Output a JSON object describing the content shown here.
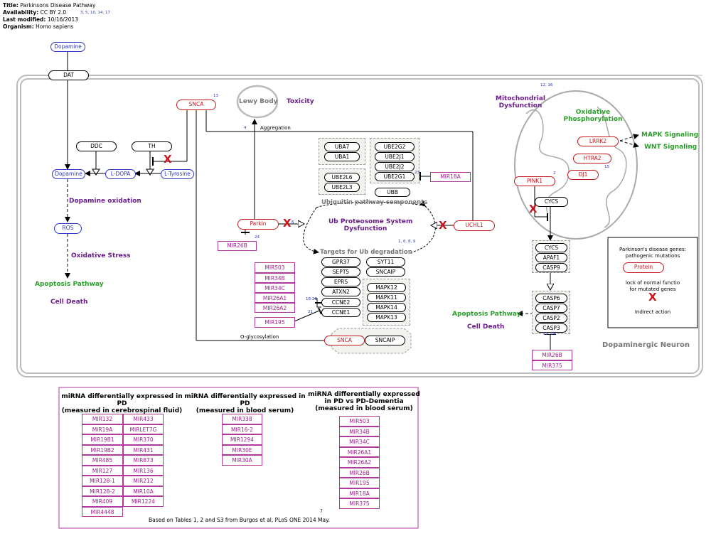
{
  "meta": {
    "title_key": "Title:",
    "title": "Parkinsons Disease Pathway",
    "availability_key": "Availability:",
    "availability": "CC BY 2.0",
    "availability_refs": "3, 5, 10, 14, 17",
    "modified_key": "Last modified:",
    "modified": "10/16/2013",
    "organism_key": "Organism:",
    "organism": "Homo sapiens"
  },
  "nodes": {
    "dopamine_ext": "Dopamine",
    "dat": "DAT",
    "snca": "SNCA",
    "lewy_body": "Lewy Body",
    "ddc": "DDC",
    "th": "TH",
    "dopamine": "Dopamine",
    "ldopa": "L-DOPA",
    "ltyrosine": "L-Tyrosine",
    "ros": "ROS",
    "parkin": "Parkin",
    "uchl1": "UCHL1",
    "mir26b_parkin": "MIR26B",
    "mir18a": "MIR18A",
    "ubb": "UBB",
    "pink1": "PINK1",
    "cycs_mito": "CYCS",
    "lrrk2": "LRRK2",
    "htra2": "HTRA2",
    "dj1": "DJ1",
    "snca_bottom": "SNCA",
    "sncaip_bottom": "SNCAIP",
    "mir195_mid": "MIR195"
  },
  "groups": {
    "uba": [
      "UBA7",
      "UBA1"
    ],
    "ube2": [
      "UBE2G2",
      "UBE2J1",
      "UBE2J2",
      "UBE2G1"
    ],
    "ube2l": [
      "UBE2L6",
      "UBE2L3"
    ],
    "targets_left": [
      "GPR37",
      "SEPT5",
      "EPRS",
      "ATXN2",
      "CCNE2",
      "CCNE1"
    ],
    "targets_right_top": [
      "SYT11",
      "SNCAIP"
    ],
    "mapk": [
      "MAPK12",
      "MAPK11",
      "MAPK14",
      "MAPK13"
    ],
    "apoptosome": [
      "CYCS",
      "APAF1",
      "CASP9"
    ],
    "caspases": [
      "CASP6",
      "CASP7",
      "CASP2",
      "CASP3"
    ],
    "mirs_mid": [
      "MIR503",
      "MIR34B",
      "MIR34C",
      "MIR26A1",
      "MIR26A2"
    ],
    "mirs_right": [
      "MIR26B",
      "MIR375"
    ]
  },
  "labels": {
    "toxicity": "Toxicity",
    "aggregation": "Aggregation",
    "dopamine_oxidation": "Dopamine oxidation",
    "oxidative_stress": "Oxidative Stress",
    "apoptosis_left": "Apoptosis Pathway",
    "cell_death_left": "Cell Death",
    "ub_components": "Ubiquitin pathway components",
    "ub_dysfunction_1": "Ub Proteosome System",
    "ub_dysfunction_2": "Dysfunction",
    "ub_targets": "Targets for Ub degradation",
    "mito_1": "Mitochondrial",
    "mito_2": "Dysfunction",
    "oxphos_1": "Oxidative",
    "oxphos_2": "Phosphorylation",
    "mapk_signaling": "MAPK Signaling",
    "wnt_signaling": "WNT Signaling",
    "apoptosis_right": "Apoptosis Pathway",
    "cell_death_right": "Cell Death",
    "o_glyco": "O-glycosylation",
    "neuron": "Dopaminergic Neuron"
  },
  "refs": {
    "r13": "13",
    "r4": "4",
    "r12_16": "12, 16",
    "r2": "2",
    "r15": "15",
    "r6": "6",
    "r24": "24",
    "r1689": "1, 6, 8, 9",
    "r18_20": "18-20",
    "r21": "21",
    "r22_24": "22, 24",
    "r23": "23",
    "r7": "7"
  },
  "legend": {
    "title_1": "Parkinson's disease genes:",
    "title_2": "pathogenic mutations",
    "protein": "Protein",
    "lock_1": "lock of normal functio",
    "lock_2": "for mutated genes",
    "x_mark": "X",
    "indirect": "Indirect action"
  },
  "tables": {
    "csf_title_1": "miRNA differentially expressed in PD",
    "csf_title_2": "(measured in cerebrospinal fluid)",
    "csf_col1": [
      "MIR132",
      "MIR19A",
      "MIR19B1",
      "MIR19B2",
      "MIR485",
      "MIR127",
      "MIR128-1",
      "MIR128-2",
      "MIR409",
      "MIR4448"
    ],
    "csf_col2": [
      "MIR433",
      "MIRLET7G",
      "MIR370",
      "MIR431",
      "MIR873",
      "MIR136",
      "MIR212",
      "MIR10A",
      "MIR1224"
    ],
    "serum_title_1": "miRNA differentially expressed in PD",
    "serum_title_2": "(measured in blood serum)",
    "serum": [
      "MIR338",
      "MIR16-2",
      "MIR1294",
      "MIR30E",
      "MIR30A"
    ],
    "dementia_title_1": "miRNA differentially expressed",
    "dementia_title_2": "in PD vs PD-Dementia",
    "dementia_title_3": "(measured in blood serum)",
    "dementia": [
      "MIR503",
      "MIR34B",
      "MIR34C",
      "MIR26A1",
      "MIR26A2",
      "MIR26B",
      "MIR195",
      "MIR18A",
      "MIR375"
    ],
    "footer": "Based on Tables 1, 2 and S3 from Burgos et al, PLoS ONE 2014 May."
  },
  "colors": {
    "gene_red": "#c8161e",
    "metabolite_blue": "#2a36c8",
    "mirna_magenta": "#a0228c",
    "process_purple": "#6a1d8c",
    "pathway_green": "#2aa02a"
  }
}
